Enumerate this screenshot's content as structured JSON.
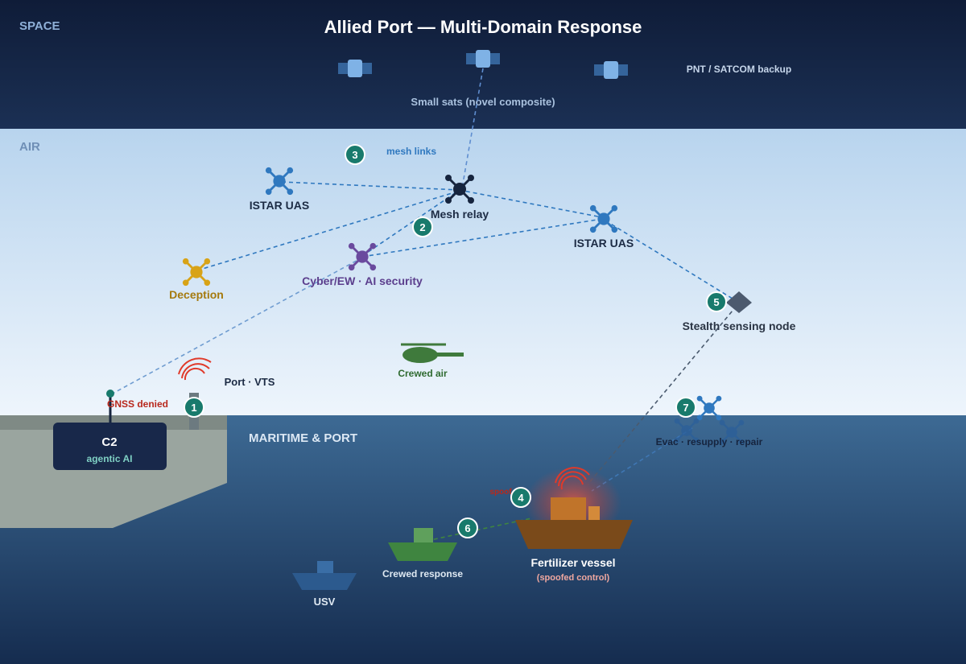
{
  "title": "Allied Port — Multi-Domain Response",
  "domains": {
    "space": "SPACE",
    "air": "AIR",
    "maritime": "MARITIME & PORT"
  },
  "space": {
    "small_sats": "Small sats (novel composite)",
    "pnt": "PNT / SATCOM backup"
  },
  "air": {
    "mesh_links": "mesh links",
    "istar_left": "ISTAR UAS",
    "mesh_relay": "Mesh relay",
    "istar_right": "ISTAR UAS",
    "deception": "Deception",
    "cyber": "Cyber/EW · AI security",
    "stealth": "Stealth sensing node",
    "crewed_air": "Crewed air",
    "port_vts": "Port · VTS",
    "gnss": "GNSS denied"
  },
  "c2": {
    "title": "C2",
    "subtitle": "agentic AI"
  },
  "maritime": {
    "evac": "Evac · resupply · repair",
    "spoof": "spoof",
    "vessel": "Fertilizer vessel",
    "vessel_sub": "(spoofed control)",
    "crewed_response": "Crewed response",
    "usv": "USV"
  },
  "steps": [
    "1",
    "2",
    "3",
    "4",
    "5",
    "6",
    "7"
  ],
  "colors": {
    "space_top": "#0f1c38",
    "space_bottom": "#1a2f52",
    "air_top": "#b9d5ee",
    "air_bottom": "#eef5fc",
    "sea_top": "#3c6892",
    "sea_bottom": "#172f52",
    "land": "#9aa59f",
    "step_fill": "#187a6c",
    "uas_blue": "#2f78bf",
    "deception_gold": "#d8a317",
    "cyber_purple": "#6a4a9e",
    "threat_red": "#e03a2a",
    "vessel_brown": "#7a4a1a",
    "crewed_green": "#3f8540"
  }
}
